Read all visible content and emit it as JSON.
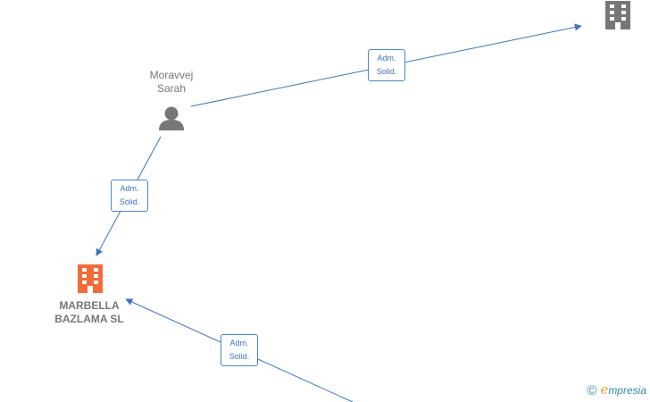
{
  "nodes": {
    "person": {
      "name": "Moravvej\nSarah",
      "icon": "person-icon",
      "color": "#777777"
    },
    "company_main": {
      "name": "MARBELLA\nBAZLAMA  SL",
      "icon": "building-icon",
      "color": "#f26c3a"
    },
    "company_top": {
      "name": "",
      "icon": "building-icon",
      "color": "#777777"
    }
  },
  "edges": [
    {
      "label": "Adm.\nSolid.",
      "from": "person",
      "to": "company_top"
    },
    {
      "label": "Adm.\nSolid.",
      "from": "person",
      "to": "company_main"
    },
    {
      "label": "Adm.\nSolid.",
      "from": "offscreen",
      "to": "company_main"
    }
  ],
  "colors": {
    "edge": "#3a73c2"
  },
  "copyright": {
    "symbol": "©",
    "brand_e": "e",
    "brand_rest": "mpresia"
  }
}
